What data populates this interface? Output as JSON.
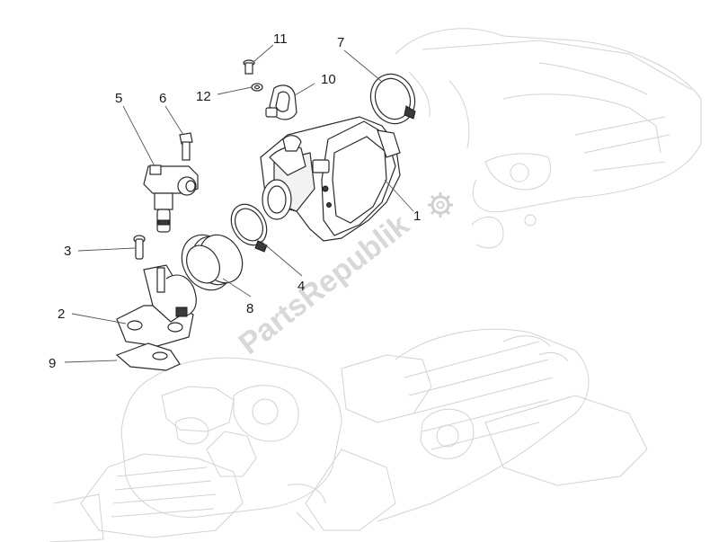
{
  "callouts": [
    {
      "id": "c1",
      "label": "1"
    },
    {
      "id": "c2",
      "label": "2"
    },
    {
      "id": "c3",
      "label": "3"
    },
    {
      "id": "c4",
      "label": "4"
    },
    {
      "id": "c5",
      "label": "5"
    },
    {
      "id": "c6",
      "label": "6"
    },
    {
      "id": "c7",
      "label": "7"
    },
    {
      "id": "c8",
      "label": "8"
    },
    {
      "id": "c9",
      "label": "9"
    },
    {
      "id": "c10",
      "label": "10"
    },
    {
      "id": "c11",
      "label": "11"
    },
    {
      "id": "c12",
      "label": "12"
    }
  ],
  "watermark": {
    "text": "PartsRepublik",
    "icon": "gear-icon"
  },
  "colors": {
    "line": "#2a2a2a",
    "ghost": "#d2d2d2",
    "watermark": "#d8d8d8"
  }
}
